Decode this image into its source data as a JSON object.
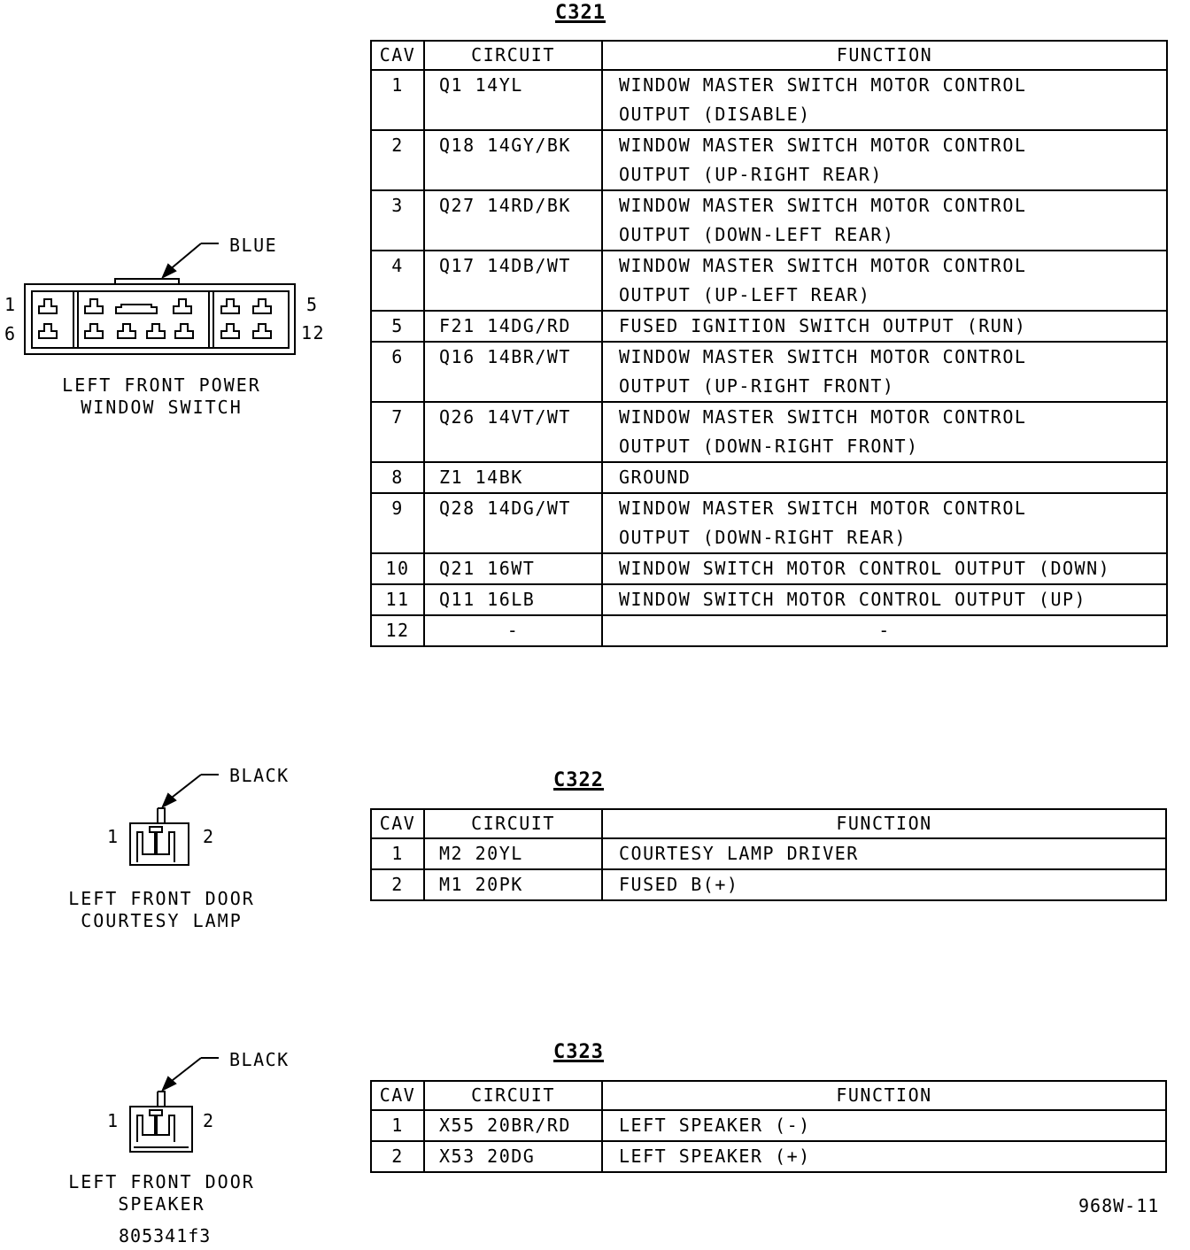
{
  "connectors": [
    {
      "id": "C321",
      "headers": [
        "CAV",
        "CIRCUIT",
        "FUNCTION"
      ],
      "rows": [
        {
          "cav": "1",
          "circuit": "Q1 14YL",
          "function": [
            "WINDOW MASTER SWITCH MOTOR CONTROL",
            "OUTPUT (DISABLE)"
          ]
        },
        {
          "cav": "2",
          "circuit": "Q18 14GY/BK",
          "function": [
            "WINDOW MASTER SWITCH MOTOR CONTROL",
            "OUTPUT (UP-RIGHT REAR)"
          ]
        },
        {
          "cav": "3",
          "circuit": "Q27 14RD/BK",
          "function": [
            "WINDOW MASTER SWITCH MOTOR CONTROL",
            "OUTPUT (DOWN-LEFT REAR)"
          ]
        },
        {
          "cav": "4",
          "circuit": "Q17 14DB/WT",
          "function": [
            "WINDOW MASTER SWITCH MOTOR CONTROL",
            "OUTPUT (UP-LEFT REAR)"
          ]
        },
        {
          "cav": "5",
          "circuit": "F21 14DG/RD",
          "function": [
            "FUSED IGNITION SWITCH OUTPUT (RUN)"
          ]
        },
        {
          "cav": "6",
          "circuit": "Q16 14BR/WT",
          "function": [
            "WINDOW MASTER SWITCH MOTOR CONTROL",
            "OUTPUT (UP-RIGHT FRONT)"
          ]
        },
        {
          "cav": "7",
          "circuit": "Q26 14VT/WT",
          "function": [
            "WINDOW MASTER SWITCH MOTOR CONTROL",
            "OUTPUT (DOWN-RIGHT FRONT)"
          ]
        },
        {
          "cav": "8",
          "circuit": "Z1 14BK",
          "function": [
            "GROUND"
          ]
        },
        {
          "cav": "9",
          "circuit": "Q28 14DG/WT",
          "function": [
            "WINDOW MASTER SWITCH MOTOR CONTROL",
            "OUTPUT (DOWN-RIGHT REAR)"
          ]
        },
        {
          "cav": "10",
          "circuit": "Q21 16WT",
          "function": [
            "WINDOW SWITCH MOTOR CONTROL OUTPUT (DOWN)"
          ]
        },
        {
          "cav": "11",
          "circuit": "Q11 16LB",
          "function": [
            "WINDOW SWITCH MOTOR CONTROL OUTPUT (UP)"
          ]
        },
        {
          "cav": "12",
          "circuit": "-",
          "function": [
            "-"
          ]
        }
      ]
    },
    {
      "id": "C322",
      "headers": [
        "CAV",
        "CIRCUIT",
        "FUNCTION"
      ],
      "rows": [
        {
          "cav": "1",
          "circuit": "M2 20YL",
          "function": [
            "COURTESY LAMP DRIVER"
          ]
        },
        {
          "cav": "2",
          "circuit": "M1 20PK",
          "function": [
            "FUSED B(+)"
          ]
        }
      ]
    },
    {
      "id": "C323",
      "headers": [
        "CAV",
        "CIRCUIT",
        "FUNCTION"
      ],
      "rows": [
        {
          "cav": "1",
          "circuit": "X55 20BR/RD",
          "function": [
            "LEFT SPEAKER (-)"
          ]
        },
        {
          "cav": "2",
          "circuit": "X53 20DG",
          "function": [
            "LEFT SPEAKER (+)"
          ]
        }
      ]
    }
  ],
  "diagrams": [
    {
      "color": "BLUE",
      "pin_tl": "1",
      "pin_bl": "6",
      "pin_tr": "5",
      "pin_br": "12",
      "caption": [
        "LEFT FRONT POWER",
        "WINDOW SWITCH"
      ]
    },
    {
      "color": "BLACK",
      "pin_l": "1",
      "pin_r": "2",
      "caption": [
        "LEFT FRONT DOOR",
        "COURTESY LAMP"
      ]
    },
    {
      "color": "BLACK",
      "pin_l": "1",
      "pin_r": "2",
      "caption": [
        "LEFT FRONT DOOR",
        "SPEAKER"
      ]
    }
  ],
  "codes": {
    "part": "805341f3",
    "figure": "968W-11"
  }
}
